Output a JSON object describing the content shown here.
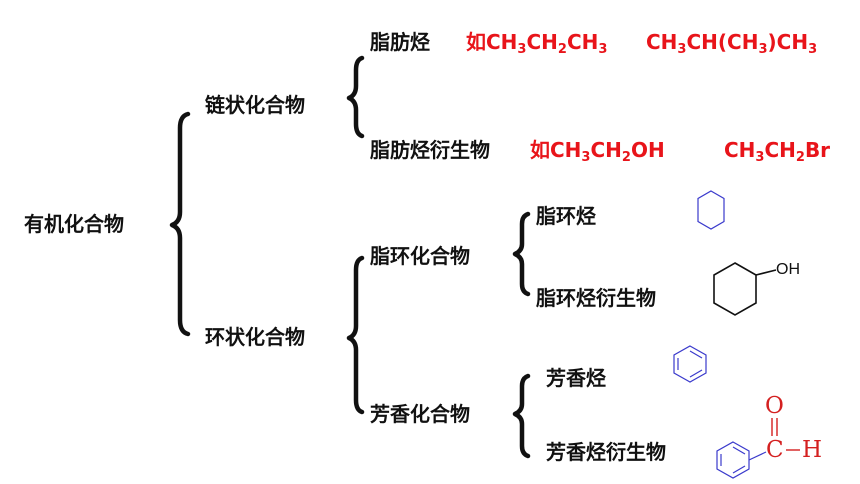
{
  "root": "有机化合物",
  "chain": {
    "label": "链状化合物",
    "aliphatic_hydrocarbon": "脂肪烃",
    "aliphatic_examples": {
      "prefix": "如",
      "ex1": [
        "CH",
        "3",
        "CH",
        "2",
        "CH",
        "3"
      ],
      "ex2": [
        "CH",
        "3",
        "CH(CH",
        "3",
        ")CH",
        "3"
      ]
    },
    "aliphatic_derivative": "脂肪烃衍生物",
    "derivative_examples": {
      "prefix": "如",
      "ex1": [
        "CH",
        "3",
        "CH",
        "2",
        "OH"
      ],
      "ex2": [
        "CH",
        "3",
        "CH",
        "2",
        "Br"
      ]
    }
  },
  "cyclic": {
    "label": "环状化合物",
    "alicyclic": {
      "label": "脂环化合物",
      "hydrocarbon": "脂环烃",
      "derivative": "脂环烃衍生物",
      "oh_label": "OH"
    },
    "aromatic": {
      "label": "芳香化合物",
      "hydrocarbon": "芳香烃",
      "derivative": "芳香烃衍生物",
      "aldehyde_o": "O",
      "aldehyde_c": "C",
      "aldehyde_h": "H"
    }
  },
  "colors": {
    "example_red": "#e8141a",
    "structure_blue": "#3a3acc",
    "structure_black": "#111111",
    "aldehyde_red": "#d42020"
  }
}
